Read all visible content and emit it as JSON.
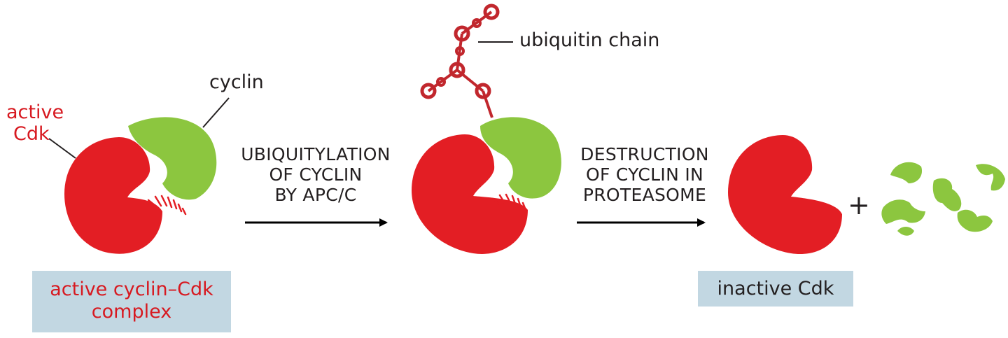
{
  "labels": {
    "active_cdk_line1": "active",
    "active_cdk_line2": "Cdk",
    "cyclin": "cyclin",
    "ubiquitin_chain": "ubiquitin chain",
    "plus": "+"
  },
  "steps": [
    {
      "line1": "UBIQUITYLATION",
      "line2": "OF CYCLIN",
      "line3": "BY APC/C"
    },
    {
      "line1": "DESTRUCTION",
      "line2": "OF CYCLIN IN",
      "line3": "PROTEASOME"
    }
  ],
  "boxes": {
    "active_complex_line1": "active cyclin–Cdk",
    "active_complex_line2": "complex",
    "inactive": "inactive Cdk"
  },
  "colors": {
    "cdk": "#e31e24",
    "cyclin": "#8cc63f",
    "ubiquitin": "#c1272d",
    "box": "#c2d7e2",
    "text_red": "#d71920",
    "text_dark": "#231f20"
  }
}
